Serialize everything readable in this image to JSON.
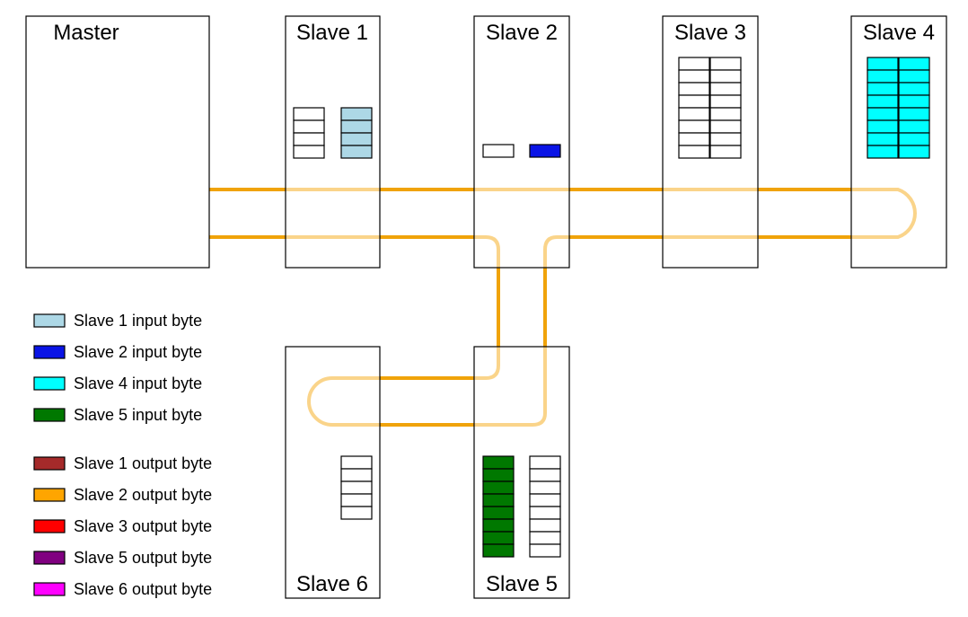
{
  "nodes": {
    "master": "Master",
    "slave1": "Slave 1",
    "slave2": "Slave 2",
    "slave3": "Slave 3",
    "slave4": "Slave 4",
    "slave5": "Slave 5",
    "slave6": "Slave 6"
  },
  "legend": [
    {
      "label": "Slave 1 input byte",
      "color": "#add8e6"
    },
    {
      "label": "Slave 2 input byte",
      "color": "#0a14e6"
    },
    {
      "label": "Slave 4 input byte",
      "color": "#00ffff"
    },
    {
      "label": "Slave 5 input byte",
      "color": "#007800"
    },
    {
      "label": "Slave 1 output byte",
      "color": "#a52a2a"
    },
    {
      "label": "Slave 2 output byte",
      "color": "#ffa500"
    },
    {
      "label": "Slave 3 output byte",
      "color": "#ff0000"
    },
    {
      "label": "Slave 5 output byte",
      "color": "#800080"
    },
    {
      "label": "Slave 6 output byte",
      "color": "#ff00ff"
    }
  ],
  "colors": {
    "ring_strong": "#f0a30a",
    "ring_light": "#fad48a"
  }
}
